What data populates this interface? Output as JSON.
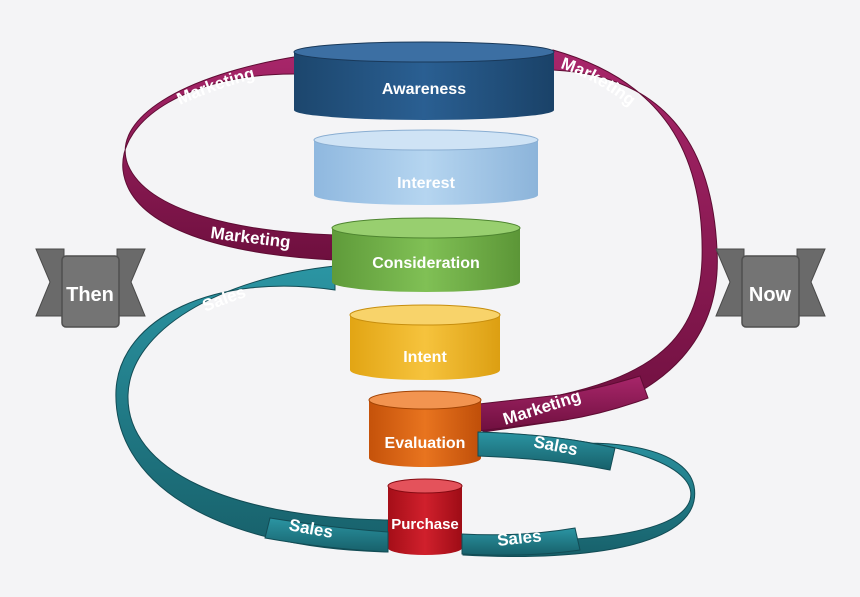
{
  "stages": [
    {
      "id": "awareness",
      "label": "Awareness"
    },
    {
      "id": "interest",
      "label": "Interest"
    },
    {
      "id": "consideration",
      "label": "Consideration"
    },
    {
      "id": "intent",
      "label": "Intent"
    },
    {
      "id": "evaluation",
      "label": "Evaluation"
    },
    {
      "id": "purchase",
      "label": "Purchase"
    }
  ],
  "ribbon_labels": {
    "marketing": "Marketing",
    "sales": "Sales"
  },
  "flags": {
    "left": "Then",
    "right": "Now"
  },
  "colors": {
    "marketing_ribbon": "#8c1550",
    "sales_ribbon": "#1f7f8c",
    "awareness": "#1f4e79",
    "interest": "#9dc3e6",
    "consideration": "#70ad47",
    "intent": "#f0b323",
    "evaluation": "#d9600f",
    "purchase": "#c0121e",
    "flag": "#6d6d6d"
  }
}
